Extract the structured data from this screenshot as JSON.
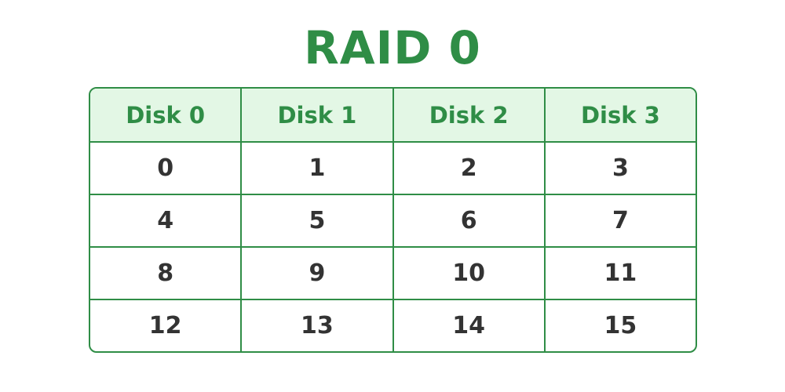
{
  "title": "RAID 0",
  "colors": {
    "accent": "#2f8d46",
    "header_fill": "#e3f7e5",
    "text": "#333333"
  },
  "table": {
    "headers": [
      "Disk 0",
      "Disk 1",
      "Disk 2",
      "Disk 3"
    ],
    "rows": [
      [
        "0",
        "1",
        "2",
        "3"
      ],
      [
        "4",
        "5",
        "6",
        "7"
      ],
      [
        "8",
        "9",
        "10",
        "11"
      ],
      [
        "12",
        "13",
        "14",
        "15"
      ]
    ]
  }
}
